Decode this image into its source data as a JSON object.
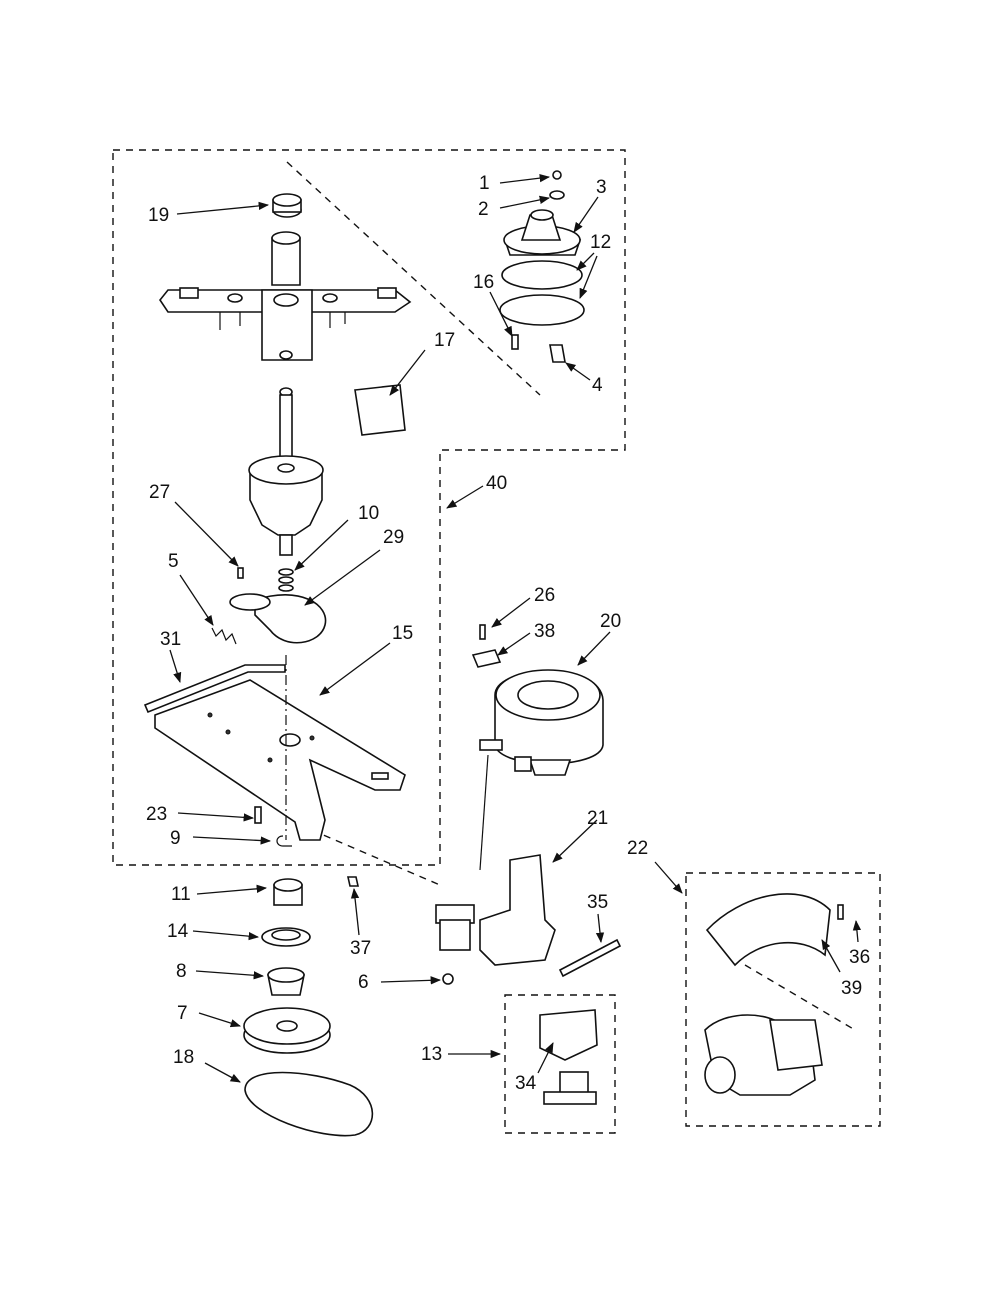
{
  "labels": {
    "l1": "1",
    "l2": "2",
    "l3": "3",
    "l4": "4",
    "l5": "5",
    "l6": "6",
    "l7": "7",
    "l8": "8",
    "l9": "9",
    "l10": "10",
    "l11": "11",
    "l12": "12",
    "l13": "13",
    "l14": "14",
    "l15": "15",
    "l16": "16",
    "l17": "17",
    "l18": "18",
    "l19": "19",
    "l20": "20",
    "l21": "21",
    "l22": "22",
    "l23": "23",
    "l26": "26",
    "l27": "27",
    "l29": "29",
    "l31": "31",
    "l34": "34",
    "l35": "35",
    "l36": "36",
    "l37": "37",
    "l38": "38",
    "l39": "39",
    "l40": "40"
  }
}
